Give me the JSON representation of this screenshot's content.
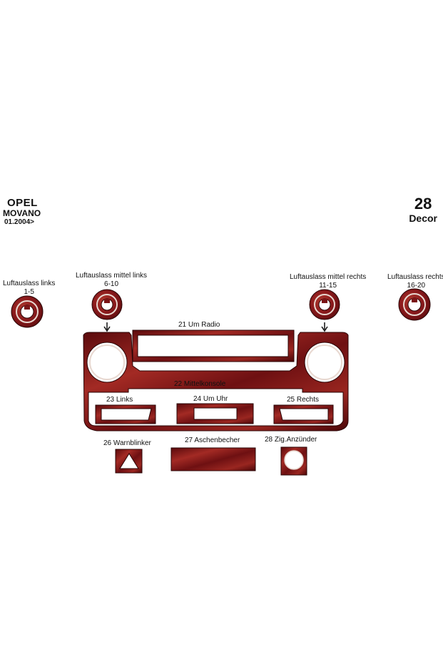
{
  "header": {
    "make": "OPEL",
    "model": "MOVANO",
    "year": "01.2004>",
    "piece_count": "28",
    "style": "Decor"
  },
  "parts": {
    "vent_left": {
      "name": "Luftauslass links",
      "range": "1-5"
    },
    "vent_center_left": {
      "name": "Luftauslass mittel links",
      "range": "6-10"
    },
    "vent_center_right": {
      "name": "Luftauslass mittel rechts",
      "range": "11-15"
    },
    "vent_right": {
      "name": "Luftauslass rechts",
      "range": "16-20"
    },
    "radio": "21  Um Radio",
    "center_console": "22 Mittelkonsole",
    "left": "23 Links",
    "clock": "24 Um Uhr",
    "right": "25 Rechts",
    "hazard": "26 Warnblinker",
    "ashtray": "27  Aschenbecher",
    "lighter": "28 Zig.Anzünder"
  },
  "colors": {
    "wood_dark": "#5a0a0c",
    "wood_mid": "#8a1a1c",
    "wood_light": "#b23a2e",
    "outline": "#2a0506"
  }
}
